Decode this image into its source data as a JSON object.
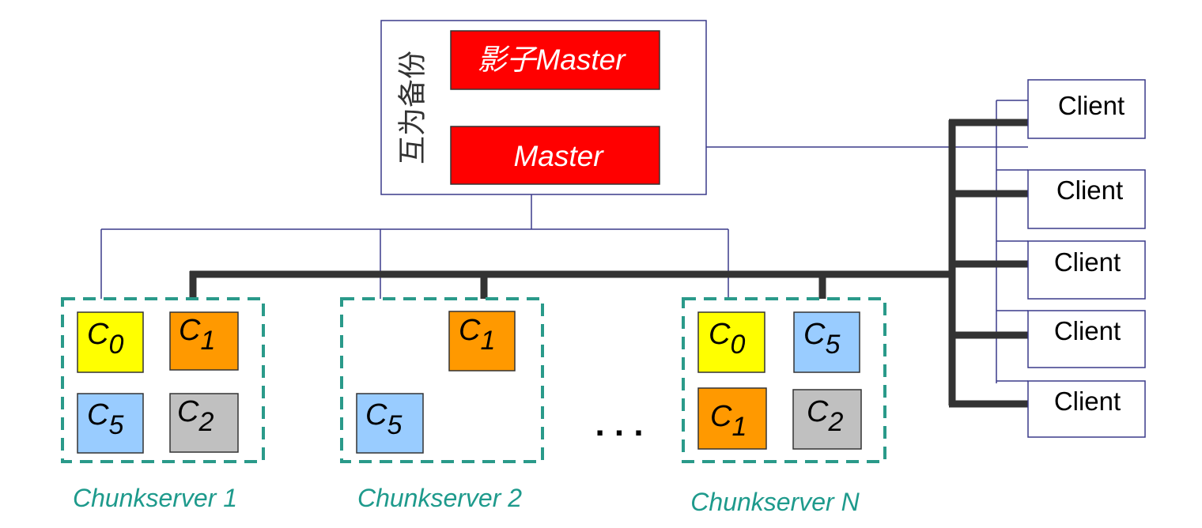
{
  "master_group": {
    "label": "互为备份",
    "shadow_prefix": "影子",
    "shadow_master": "Master",
    "master": "Master"
  },
  "clients": [
    "Client",
    "Client",
    "Client",
    "Client",
    "Client"
  ],
  "chunkservers": [
    {
      "label": "Chunkserver 1",
      "chunks": [
        {
          "letter": "C",
          "sub": "0",
          "color": "#ffff00"
        },
        {
          "letter": "C",
          "sub": "1",
          "color": "#ff9900"
        },
        {
          "letter": "C",
          "sub": "5",
          "color": "#99ccff"
        },
        {
          "letter": "C",
          "sub": "2",
          "color": "#c0c0c0"
        }
      ]
    },
    {
      "label": "Chunkserver 2",
      "chunks": [
        {
          "letter": "C",
          "sub": "1",
          "color": "#ff9900"
        },
        {
          "letter": "C",
          "sub": "5",
          "color": "#99ccff"
        }
      ]
    },
    {
      "label": "Chunkserver N",
      "chunks": [
        {
          "letter": "C",
          "sub": "0",
          "color": "#ffff00"
        },
        {
          "letter": "C",
          "sub": "5",
          "color": "#99ccff"
        },
        {
          "letter": "C",
          "sub": "1",
          "color": "#ff9900"
        },
        {
          "letter": "C",
          "sub": "2",
          "color": "#c0c0c0"
        }
      ]
    }
  ],
  "ellipsis": ". . .",
  "colors": {
    "master_fill": "#ff0000",
    "server_border": "#2a9a8a",
    "server_label": "#1e9a8c",
    "thin_line": "#3a3a8a",
    "bus": "#333333"
  }
}
